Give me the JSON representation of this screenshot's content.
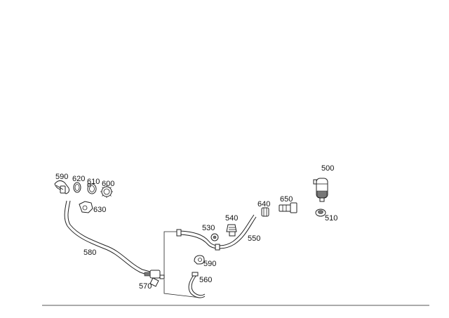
{
  "labels": {
    "l500": "500",
    "l510": "510",
    "l530": "530",
    "l540": "540",
    "l550": "550",
    "l560": "560",
    "l570": "570",
    "l580": "580",
    "l590a": "590",
    "l590b": "590",
    "l600": "600",
    "l610": "610",
    "l620": "620",
    "l630": "630",
    "l640": "640",
    "l650": "650"
  }
}
